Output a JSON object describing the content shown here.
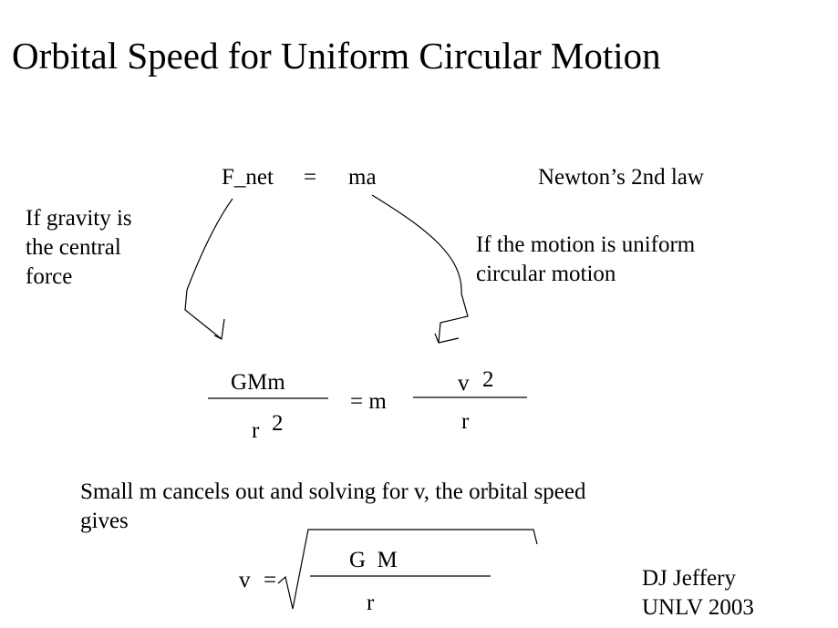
{
  "title": "Orbital Speed for Uniform Circular Motion",
  "newton_law": {
    "lhs": "F_net",
    "equals": "=",
    "rhs": "ma",
    "label": "Newton’s 2nd law"
  },
  "notes": {
    "gravity": [
      "If gravity is",
      "the central",
      "force"
    ],
    "motion": [
      "If the motion is uniform",
      "circular motion"
    ]
  },
  "force_equation": {
    "left_numerator": "GMm",
    "left_denominator": "r",
    "left_exponent": "2",
    "middle": "= m",
    "right_numerator": "v",
    "right_exponent": "2",
    "right_denominator": "r"
  },
  "explanation": [
    "Small m cancels out and solving for  v, the orbital speed",
    "gives"
  ],
  "speed_equation": {
    "lhs": "v",
    "equals": "=",
    "numerator": "G  M",
    "denominator": "r"
  },
  "credit": [
    "DJ Jeffery",
    "UNLV 2003"
  ]
}
